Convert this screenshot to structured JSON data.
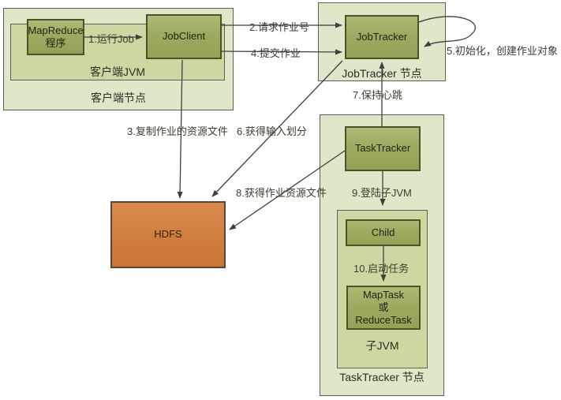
{
  "diagram": {
    "containers": {
      "client_node": "客户端节点",
      "client_jvm": "客户端JVM",
      "jobtracker_node": "JobTracker 节点",
      "tasktracker_node": "TaskTracker 节点",
      "child_jvm": "子JVM"
    },
    "nodes": {
      "mapreduce_line1": "MapReduce",
      "mapreduce_line2": "程序",
      "jobclient": "JobClient",
      "jobtracker": "JobTracker",
      "tasktracker": "TaskTracker",
      "child": "Child",
      "maptask_line1": "MapTask",
      "maptask_line2": "或",
      "maptask_line3": "ReduceTask",
      "hdfs": "HDFS"
    },
    "edges": {
      "e1": "1.运行Job",
      "e2": "2.请求作业号",
      "e3": "3.复制作业的资源文件",
      "e4": "4.提交作业",
      "e5": "5.初始化，创建作业对象",
      "e6": "6.获得输入划分",
      "e7": "7.保持心跳",
      "e8": "8.获得作业资源文件",
      "e9": "9.登陆子JVM",
      "e10": "10.启动任务"
    },
    "colors": {
      "node_fill": "#9cab61",
      "node_border": "#4c5227",
      "container_outer_fill": "#dee7c8",
      "container_inner_fill": "#ccd7a1",
      "container_border": "#5f6055",
      "hdfs_fill": "#d07e3f",
      "arrow": "#3f3f3f",
      "text": "#2e2e24"
    }
  }
}
